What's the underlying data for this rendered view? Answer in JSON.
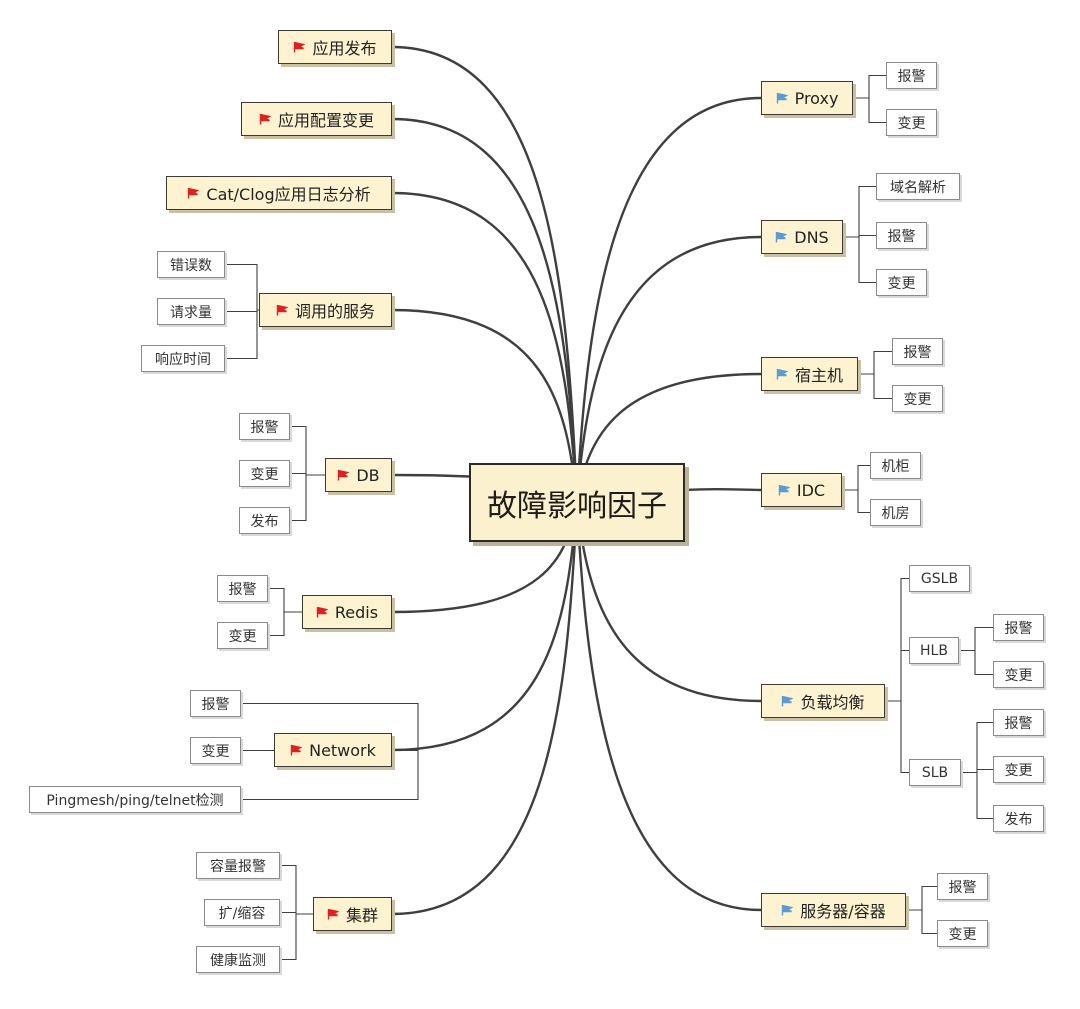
{
  "center": {
    "label": "故障影响因子"
  },
  "colors": {
    "flag_left": "#e02020",
    "flag_right": "#5b9bd5",
    "wire": "#3f3f3f",
    "topic_fill": "#fdf3d0"
  },
  "left_topics": [
    {
      "id": "app-release",
      "label": "应用发布",
      "flag": "red",
      "children": []
    },
    {
      "id": "app-config",
      "label": "应用配置变更",
      "flag": "red",
      "children": []
    },
    {
      "id": "cat-clog",
      "label": "Cat/Clog应用日志分析",
      "flag": "red",
      "children": []
    },
    {
      "id": "called-services",
      "label": "调用的服务",
      "flag": "red",
      "children": [
        "错误数",
        "请求量",
        "响应时间"
      ]
    },
    {
      "id": "db",
      "label": "DB",
      "flag": "red",
      "children": [
        "报警",
        "变更",
        "发布"
      ]
    },
    {
      "id": "redis",
      "label": "Redis",
      "flag": "red",
      "children": [
        "报警",
        "变更"
      ]
    },
    {
      "id": "network",
      "label": "Network",
      "flag": "red",
      "children": [
        "报警",
        "变更",
        "Pingmesh/ping/telnet检测"
      ]
    },
    {
      "id": "cluster",
      "label": "集群",
      "flag": "red",
      "children": [
        "容量报警",
        "扩/缩容",
        "健康监测"
      ]
    }
  ],
  "right_topics": [
    {
      "id": "proxy",
      "label": "Proxy",
      "flag": "blue",
      "children": [
        "报警",
        "变更"
      ]
    },
    {
      "id": "dns",
      "label": "DNS",
      "flag": "blue",
      "children": [
        "域名解析",
        "报警",
        "变更"
      ]
    },
    {
      "id": "host",
      "label": "宿主机",
      "flag": "blue",
      "children": [
        "报警",
        "变更"
      ]
    },
    {
      "id": "idc",
      "label": "IDC",
      "flag": "blue",
      "children": [
        "机柜",
        "机房"
      ]
    },
    {
      "id": "load-balance",
      "label": "负载均衡",
      "flag": "blue",
      "children": [
        "GSLB",
        "HLB",
        "SLB"
      ],
      "grandchildren": {
        "HLB": [
          "报警",
          "变更"
        ],
        "SLB": [
          "报警",
          "变更",
          "发布"
        ]
      }
    },
    {
      "id": "server-container",
      "label": "服务器/容器",
      "flag": "blue",
      "children": [
        "报警",
        "变更"
      ]
    }
  ]
}
